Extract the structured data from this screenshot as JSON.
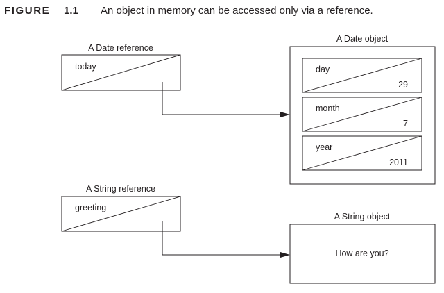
{
  "caption": {
    "label": "FIGURE",
    "number": "1.1",
    "text": "An object in memory can be accessed only via a reference."
  },
  "date_reference": {
    "title": "A Date reference",
    "var_name": "today"
  },
  "date_object": {
    "title": "A Date object",
    "fields": [
      {
        "name": "day",
        "value": "29"
      },
      {
        "name": "month",
        "value": "7"
      },
      {
        "name": "year",
        "value": "2011"
      }
    ]
  },
  "string_reference": {
    "title": "A String reference",
    "var_name": "greeting"
  },
  "string_object": {
    "title": "A String object",
    "value": "How are you?"
  },
  "colors": {
    "ink": "#231f20",
    "background": "#ffffff"
  }
}
